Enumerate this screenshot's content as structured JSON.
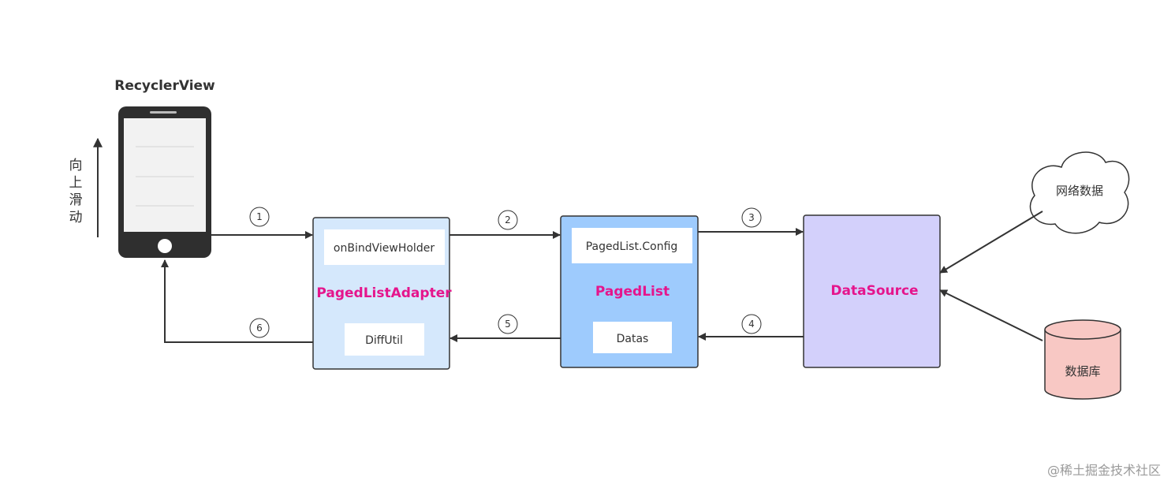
{
  "phone": {
    "title": "RecyclerView"
  },
  "scroll": {
    "chars": [
      "向",
      "上",
      "滑",
      "动"
    ]
  },
  "adapter": {
    "method_label": "onBindViewHolder",
    "name": "PagedListAdapter",
    "util_label": "DiffUtil"
  },
  "pagedlist": {
    "config_label": "PagedList.Config",
    "name": "PagedList",
    "data_label": "Datas"
  },
  "datasource": {
    "name": "DataSource"
  },
  "network": {
    "label": "网络数据"
  },
  "database": {
    "label": "数据库"
  },
  "steps": [
    "1",
    "2",
    "3",
    "4",
    "5",
    "6"
  ],
  "watermark": "@稀土掘金技术社区",
  "colors": {
    "adapter_fill": "#d5e8fc",
    "pagedlist_fill": "#9ecbfd",
    "datasource_fill": "#d3d0fb",
    "database_fill": "#f8c8c4",
    "accent_text": "#e5158c",
    "phone_body": "#2f2f2f"
  }
}
